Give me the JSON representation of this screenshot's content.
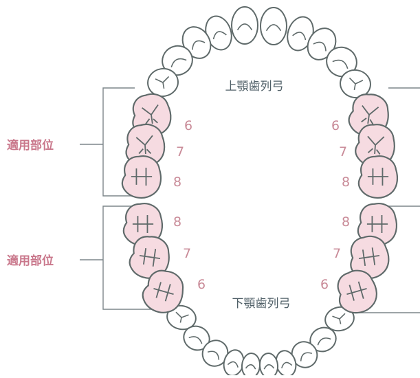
{
  "labels": {
    "upper_arch": "上顎歯列弓",
    "lower_arch": "下顎歯列弓",
    "upper_applicable_area": "適用部位",
    "lower_applicable_area": "適用部位"
  },
  "tooth_numbers": {
    "upper_left_6": "6",
    "upper_left_7": "7",
    "upper_left_8": "8",
    "upper_right_6": "6",
    "upper_right_7": "7",
    "upper_right_8": "8",
    "lower_left_8": "8",
    "lower_left_7": "7",
    "lower_left_6": "6",
    "lower_right_8": "8",
    "lower_right_7": "7",
    "lower_right_6": "6"
  },
  "colors": {
    "tooth_outline": "#5f6a6a",
    "molar_fill": "#f6dbe1",
    "tooth_fill": "#ffffff",
    "number_color": "#c98b98",
    "label_color": "#c9778b",
    "arch_label_color": "#4f5f67",
    "bracket_color": "#7d868a"
  }
}
